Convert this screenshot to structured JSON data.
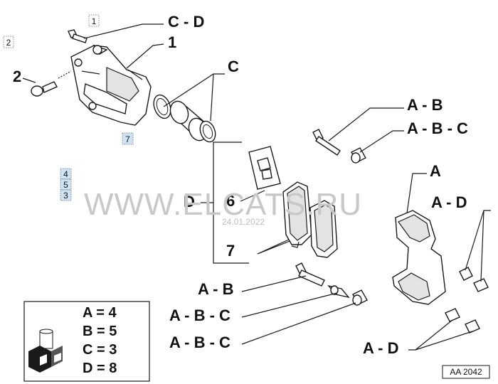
{
  "callouts": [
    {
      "id": "c1",
      "value": "1",
      "highlight": false
    },
    {
      "id": "c2",
      "value": "2",
      "highlight": false
    },
    {
      "id": "c6",
      "value": "6",
      "highlight": true
    },
    {
      "id": "c7",
      "value": "7",
      "highlight": true
    },
    {
      "id": "c4",
      "value": "4",
      "highlight": true
    },
    {
      "id": "c5",
      "value": "5",
      "highlight": true
    },
    {
      "id": "c3",
      "value": "3",
      "highlight": true
    }
  ],
  "labels": {
    "cd_top": "C - D",
    "one": "1",
    "two": "2",
    "c": "C",
    "ab_1": "A - B",
    "abc_1": "A - B - C",
    "a": "A",
    "ad_1": "A - D",
    "d": "D",
    "six": "6",
    "seven": "7",
    "ab_2": "A - B",
    "abc_2": "A - B - C",
    "abc_3": "A - B - C",
    "ad_2": "A - D"
  },
  "legend": {
    "items": [
      "A = 4",
      "B = 5",
      "C = 3",
      "D = 8"
    ]
  },
  "watermark": {
    "site": "WWW.ELCATS.RU",
    "date": "24.01.2022"
  },
  "diagram_code": "AA 2042",
  "colors": {
    "highlight": "#cde3f3",
    "line": "#1a1a1a",
    "watermark": "#c8c8c8"
  }
}
